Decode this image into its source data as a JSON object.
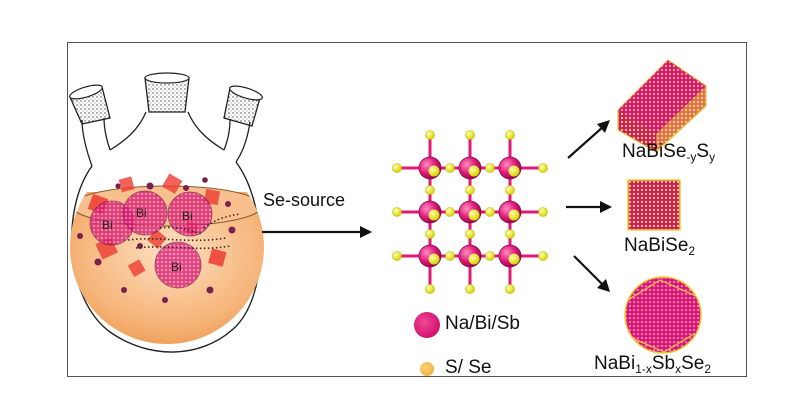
{
  "arrow_label": "Se-source",
  "flask": {
    "particle_labels": [
      "Bi",
      "Bi",
      "Bi",
      "Bi"
    ]
  },
  "legend": {
    "items": [
      {
        "label": "Na/Bi/Sb",
        "color": "#e0197a"
      },
      {
        "label": "S/ Se",
        "color": "#f6bd50"
      }
    ]
  },
  "products": [
    {
      "base": "NaBiSe",
      "sub1": "-y",
      "mid": "S",
      "sub2": "y",
      "tail": ""
    },
    {
      "base": "NaBiSe",
      "sub1": "2",
      "mid": "",
      "sub2": "",
      "tail": ""
    },
    {
      "base": "NaBi",
      "sub1": "1-x",
      "mid": "Sb",
      "sub2": "x",
      "tail": "Se",
      "sub3": "2"
    }
  ],
  "colors": {
    "metal": "#e0197a",
    "chalcogen": "#eeee22",
    "solution": "#f3a05a",
    "frame": "#555555"
  }
}
